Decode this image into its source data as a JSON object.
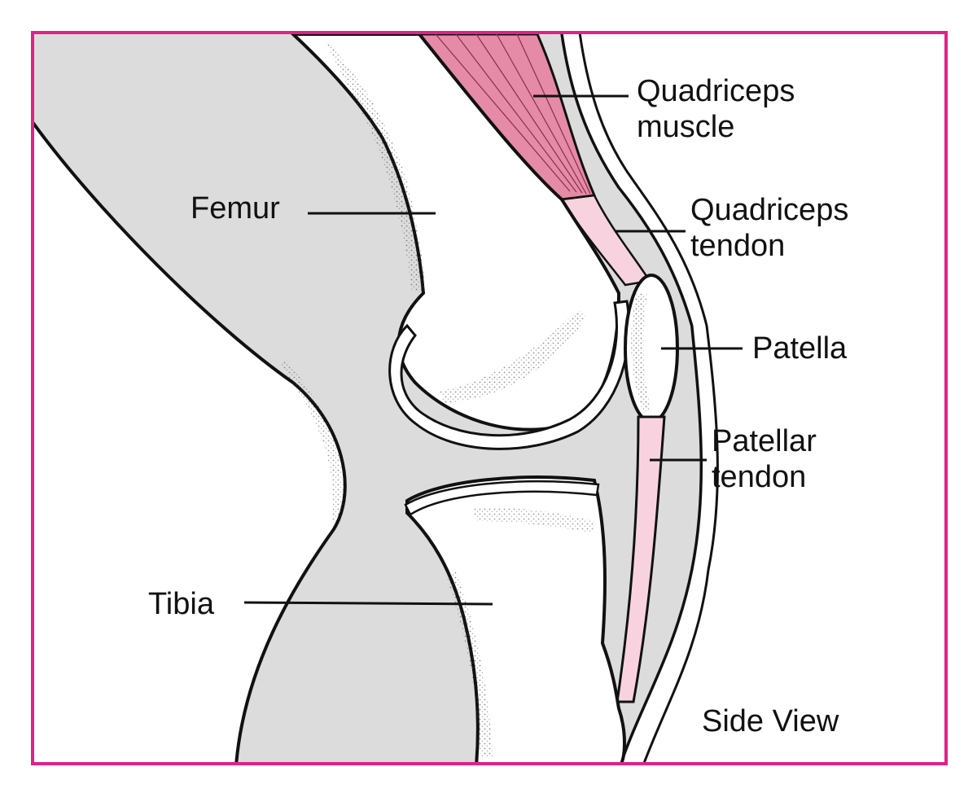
{
  "colors": {
    "frame_border": "#e0218a",
    "soft_tissue": "#dcdcdd",
    "bone": "#ffffff",
    "muscle": "#e58aa7",
    "tendon": "#f8d3df",
    "outline": "#111111"
  },
  "labels": {
    "quadriceps_muscle_line1": "Quadriceps",
    "quadriceps_muscle_line2": "muscle",
    "femur": "Femur",
    "quadriceps_tendon_line1": "Quadriceps",
    "quadriceps_tendon_line2": "tendon",
    "patella": "Patella",
    "patellar_tendon_line1": "Patellar",
    "patellar_tendon_line2": "tendon",
    "tibia": "Tibia",
    "view": "Side View"
  },
  "icons": {
    "knee": "knee-anatomy-illustration"
  }
}
